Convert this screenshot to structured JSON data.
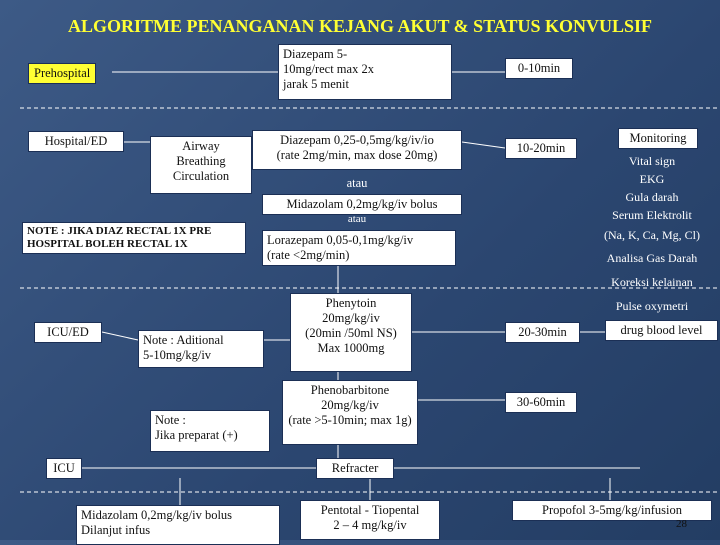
{
  "title": "ALGORITME PENANGANAN KEJANG AKUT & STATUS KONVULSIF",
  "stages": {
    "prehospital": "Prehospital",
    "hospital": "Hospital/ED",
    "icu_ed": "ICU/ED",
    "icu": "ICU"
  },
  "abc": "Airway\nBreathing\nCirculation",
  "note_diaz": "NOTE : JIKA DIAZ RECTAL 1X PRE\nHOSPITAL BOLEH RECTAL 1X",
  "drugs": {
    "diazepam_rect": "Diazepam 5-\n10mg/rect  max 2x\njarak 5 menit",
    "diazepam_iv": "Diazepam 0,25-0,5mg/kg/iv/io\n(rate 2mg/min, max dose 20mg)",
    "atau1": "atau",
    "midazolam": "Midazolam 0,2mg/kg/iv bolus",
    "atau2": "atau",
    "lorazepam": "Lorazepam 0,05-0,1mg/kg/iv\n(rate <2mg/min)",
    "phenytoin": "Phenytoin\n20mg/kg/iv\n(20min /50ml NS)\nMax 1000mg",
    "phenobarbitone": "Phenobarbitone\n20mg/kg/iv\n(rate >5-10min; max 1g)",
    "refracter": "Refracter",
    "midazolam_infus": "Midazolam 0,2mg/kg/iv bolus\nDilanjut infus",
    "pentotal": "Pentotal - Tiopental\n2 – 4 mg/kg/iv",
    "propofol": "Propofol 3-5mg/kg/infusion"
  },
  "notes": {
    "aditional": "Note : Aditional\n5-10mg/kg/iv",
    "preparat": "Note :\nJika preparat (+)"
  },
  "times": {
    "t1": "0-10min",
    "t2": "10-20min",
    "t3": "20-30min",
    "t4": "30-60min"
  },
  "monitoring": {
    "heading": "Monitoring",
    "items": [
      "Vital sign",
      "EKG",
      "Gula darah",
      "Serum Elektrolit",
      "(Na, K, Ca, Mg, Cl)",
      "Analisa Gas Darah",
      "Koreksi kelainan",
      "Pulse oxymetri"
    ],
    "drug_level": "drug blood level"
  },
  "page_number": "28",
  "colors": {
    "background": "#2b4670",
    "title": "#ffff33",
    "line": "#ffffff"
  }
}
